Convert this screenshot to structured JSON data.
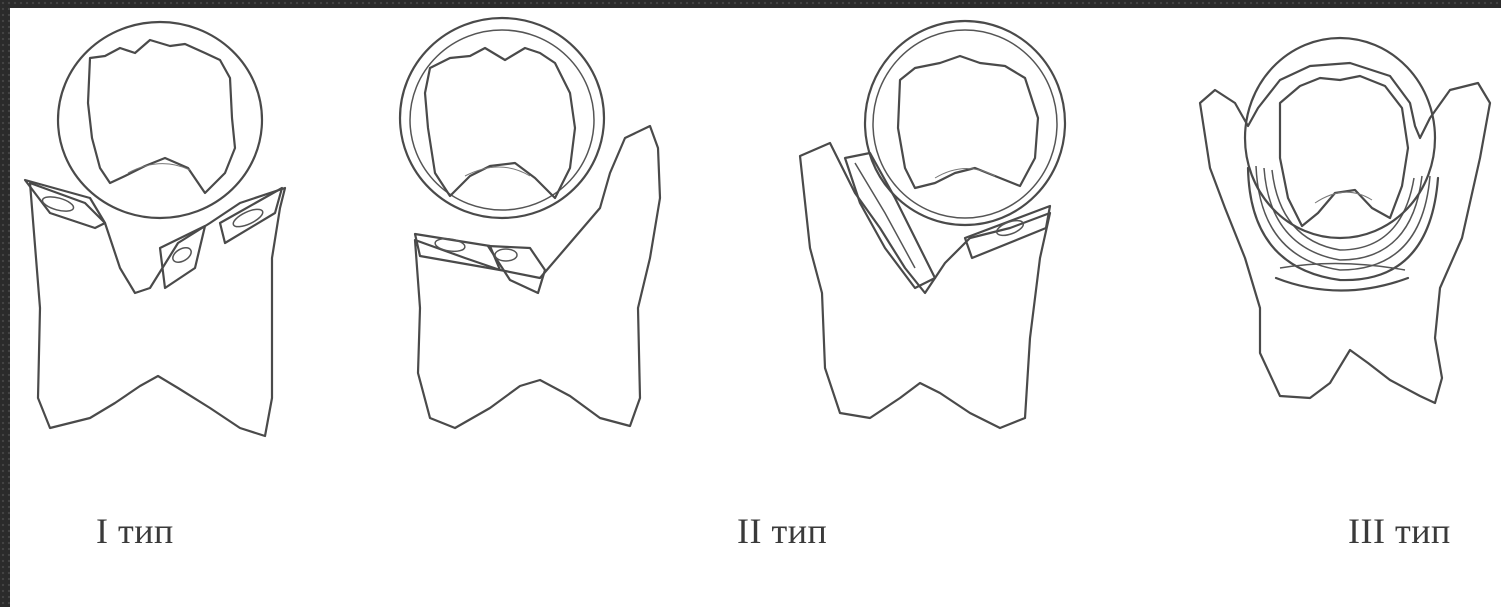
{
  "figure": {
    "panels": [
      {
        "caption": "I тип"
      },
      {
        "caption": "II тип"
      },
      {
        "caption": "III тип"
      }
    ]
  }
}
